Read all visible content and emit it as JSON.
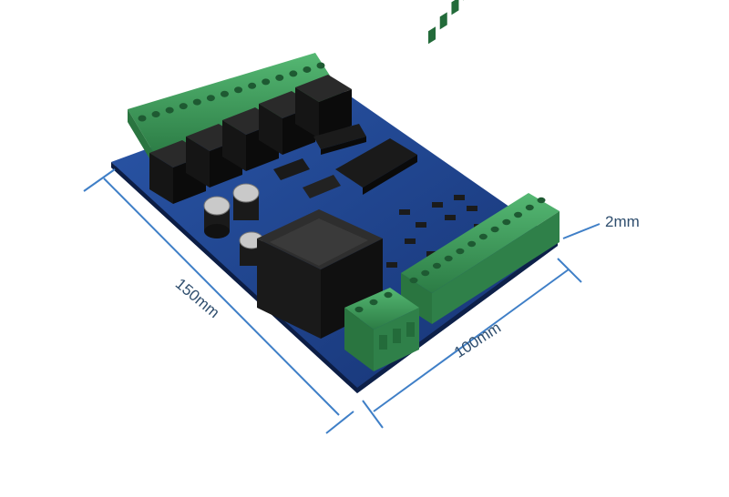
{
  "dimensions": {
    "length": "150mm",
    "width": "100mm",
    "thickness": "2mm"
  },
  "colors": {
    "dimension_line": "#3f7fc7",
    "dimension_text": "#2f4e6e",
    "pcb": "#1d3f8c",
    "terminal_block": "#3a9a58",
    "relay": "#1a1a1a",
    "transformer": "#1c1c1c"
  },
  "components": {
    "relays": 5,
    "top_terminal_positions": 14,
    "front_terminal_positions": 12,
    "side_terminal_positions": 3
  }
}
